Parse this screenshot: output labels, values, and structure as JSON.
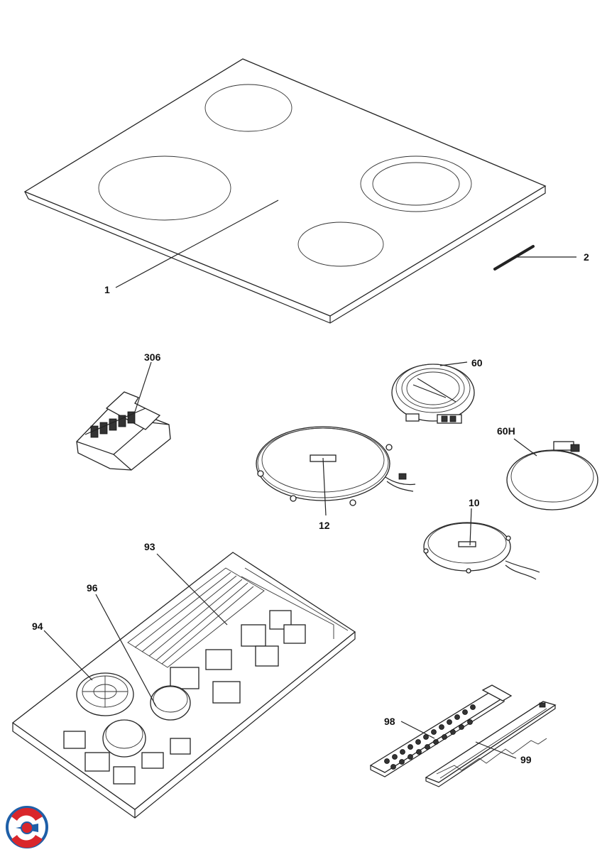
{
  "diagram": {
    "callouts": {
      "glass_top": "1",
      "gasket_strip": "2",
      "terminal_block": "306",
      "radiant_element_60": "60",
      "ring_60h": "60H",
      "induction_coil_large": "12",
      "induction_coil_small": "10",
      "power_board": "93",
      "capacitor": "96",
      "cooling_fan": "94",
      "touch_control_board": "98",
      "control_bracket": "99"
    }
  },
  "logo": {
    "name": "brand-logo",
    "colors": [
      "#1e5fa8",
      "#d9262b"
    ]
  }
}
